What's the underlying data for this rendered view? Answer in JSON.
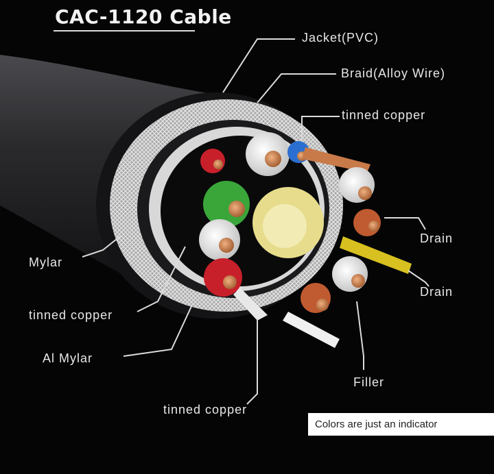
{
  "title": "CAC-1120 Cable",
  "labels": {
    "jacket": "Jacket(PVC)",
    "braid": "Braid(Alloy Wire)",
    "tinned_top": "tinned copper",
    "drain1": "Drain",
    "drain2": "Drain",
    "mylar": "Mylar",
    "tinned_left": "tinned copper",
    "al_mylar": "Al Mylar",
    "tinned_bottom": "tinned copper",
    "filler": "Filler"
  },
  "note": "Colors are just an indicator",
  "colors": {
    "background": "#050506",
    "jacket": "#1e1e20",
    "braid": "#bdbdbd",
    "filler": "#e6dc8c",
    "red": "#c8202a",
    "green": "#3aa63a",
    "blue": "#2a6fd0",
    "yellow": "#d8c020",
    "copper": "#c87a48"
  }
}
